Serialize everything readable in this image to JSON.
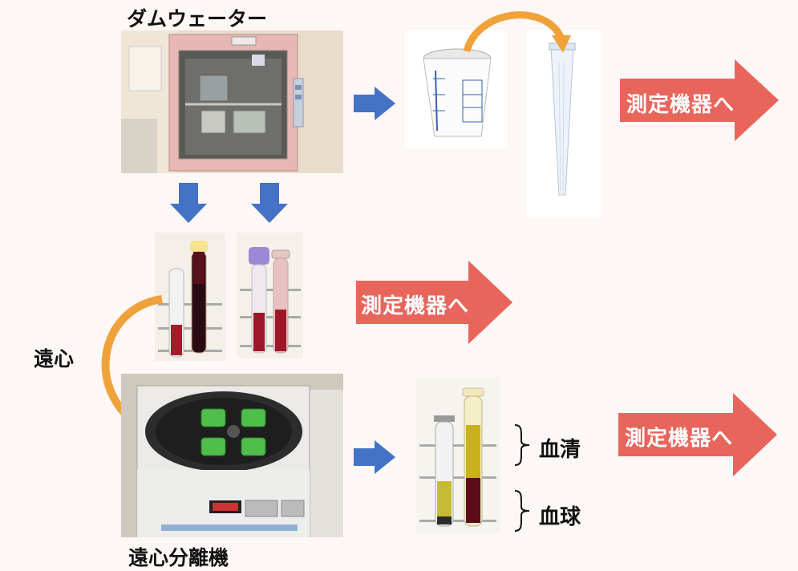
{
  "labels": {
    "dumbwaiter": "ダムウェーター",
    "centrifugation": "遠心",
    "centrifuge": "遠心分離機",
    "serum": "血清",
    "blood_cells": "血球"
  },
  "to_instrument_label": "測定機器へ",
  "colors": {
    "blue_arrow": "#4472c4",
    "red_arrow": "#e8655c",
    "orange_arrow": "#f0a23a",
    "background": "#fdf7f5"
  },
  "images": [
    "dumbwaiter-photo",
    "urine-cup-photo",
    "urine-tube-photo",
    "blood-tubes-photo",
    "purple-cap-tubes-photo",
    "centrifuge-photo",
    "separated-serum-tubes-photo"
  ]
}
